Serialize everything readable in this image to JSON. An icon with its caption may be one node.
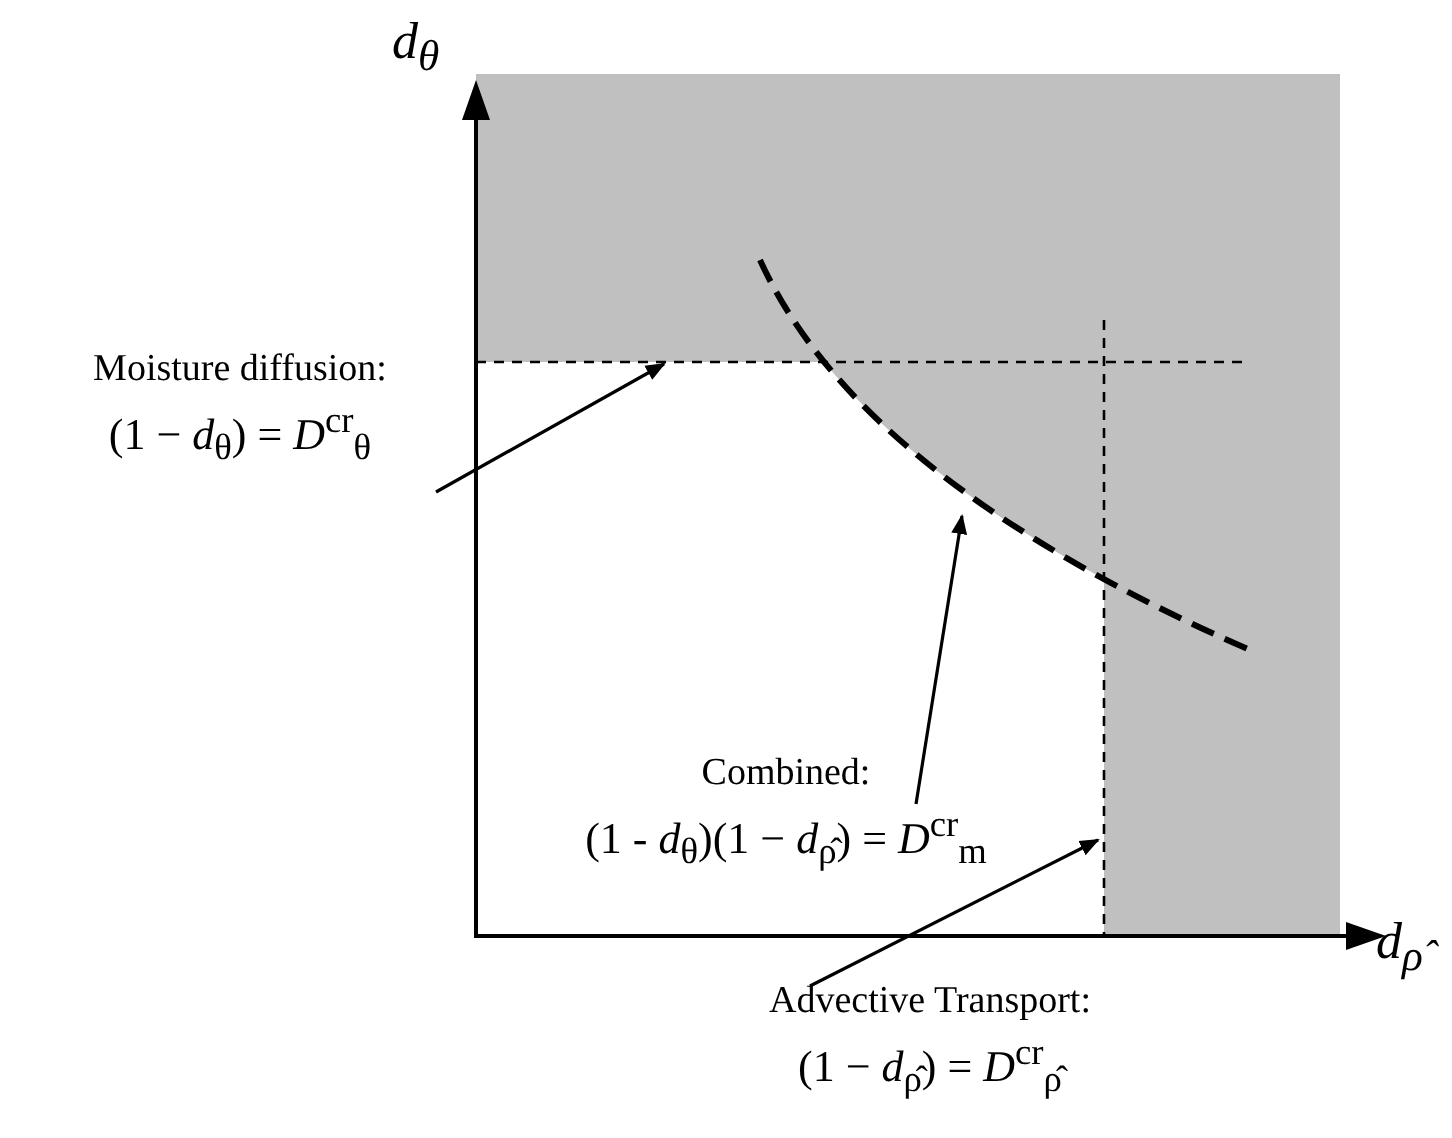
{
  "diagram": {
    "nodes": [
      {
        "text": [
          "Moisture diffusion:",
          "(1 − *d*$_{θ}$) = *D*$^{cr}$$_{θ}$"
        ]
      },
      {
        "text": [
          "Combined:",
          "(1 - *d*$_{θ}$)(1 − *d*$_{ρ̂}$) = *D*$^{cr}$$_{m}$"
        ]
      },
      {
        "text": [
          "Advective Transport:",
          "(1 − *d*$_{ρ̂}$) = *D*$^{cr}$$_{ρ̂}$"
        ]
      },
      {
        "text": [],
        "shape": "line"
      },
      {
        "text": [],
        "shape": "curve"
      },
      {
        "text": [],
        "shape": "line"
      }
    ],
    "edges": [
      {
        "from": 0,
        "to": 3,
        "arrow": "to"
      },
      {
        "from": 1,
        "to": 4,
        "arrow": "to"
      },
      {
        "from": 2,
        "to": 5,
        "arrow": "to"
      }
    ],
    "labels": [
      "*d*$_{θ}$",
      "*d*$_{ρ̂}$"
    ]
  }
}
